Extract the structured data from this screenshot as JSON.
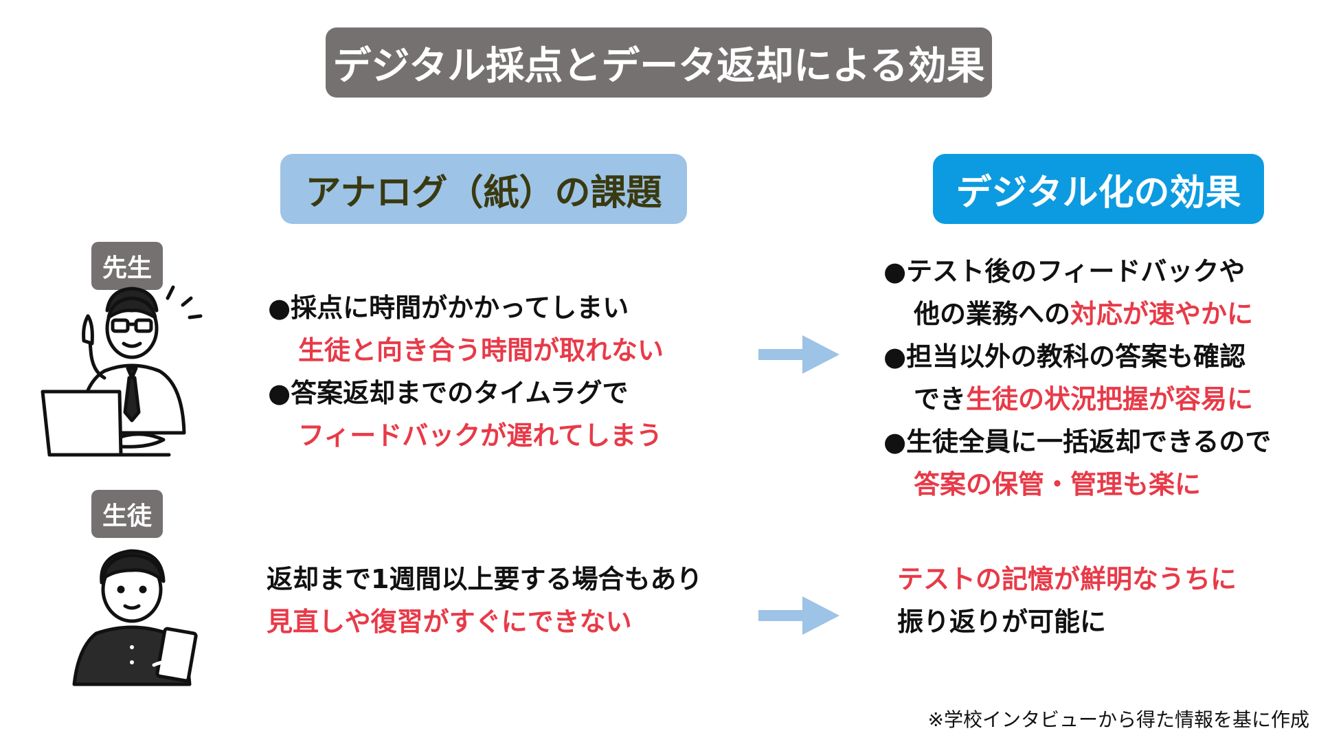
{
  "title": "デジタル採点とデータ返却による効果",
  "columns": {
    "analog": "アナログ（紙）の課題",
    "digital": "デジタル化の効果"
  },
  "roles": {
    "teacher": "先生",
    "student": "生徒"
  },
  "teacher": {
    "analog": [
      {
        "bullet": "●",
        "text": "採点に時間がかかってしまい"
      },
      {
        "red": "生徒と向き合う時間が取れない"
      },
      {
        "bullet": "●",
        "text": "答案返却までのタイムラグで"
      },
      {
        "red": "フィードバックが遅れてしまう"
      }
    ],
    "digital": [
      {
        "bullet": "●",
        "text": "テスト後のフィードバックや"
      },
      {
        "text": "他の業務への",
        "red": "対応が速やかに"
      },
      {
        "bullet": "●",
        "text": "担当以外の教科の答案も確認"
      },
      {
        "text": "でき",
        "red": "生徒の状況把握が容易に"
      },
      {
        "bullet": "●",
        "text": "生徒全員に一括返却できるので"
      },
      {
        "red": "答案の保管・管理も楽に"
      }
    ]
  },
  "student": {
    "analog": [
      {
        "text": "返却まで1週間以上要する場合もあり"
      },
      {
        "red": "見直しや復習がすぐにできない"
      }
    ],
    "digital": [
      {
        "red": "テストの記憶が鮮明なうちに"
      },
      {
        "text": "振り返りが可能に"
      }
    ]
  },
  "footnote": "※学校インタビューから得た情報を基に作成",
  "colors": {
    "title_bg": "#767171",
    "analog_bg": "#9dc3e6",
    "digital_bg": "#0c9be0",
    "highlight_red": "#e83a48",
    "arrow": "#9dc3e6"
  },
  "icons": {
    "teacher": "teacher-with-laptop-icon",
    "student": "student-with-tablet-icon",
    "arrow": "arrow-right-icon"
  }
}
